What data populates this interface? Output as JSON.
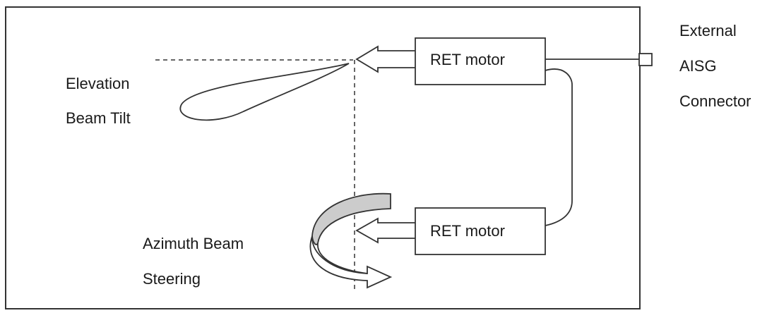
{
  "diagram": {
    "motor_top": {
      "label": "RET motor"
    },
    "motor_bottom": {
      "label": "RET motor"
    },
    "elevation_label": [
      "Elevation",
      "Beam Tilt"
    ],
    "azimuth_label": [
      "Azimuth Beam",
      "Steering"
    ],
    "connector_label": [
      "External",
      "AISG",
      "Connector"
    ]
  },
  "colors": {
    "stroke": "#333333",
    "fill_gray": "#cccccc",
    "background": "#ffffff"
  }
}
